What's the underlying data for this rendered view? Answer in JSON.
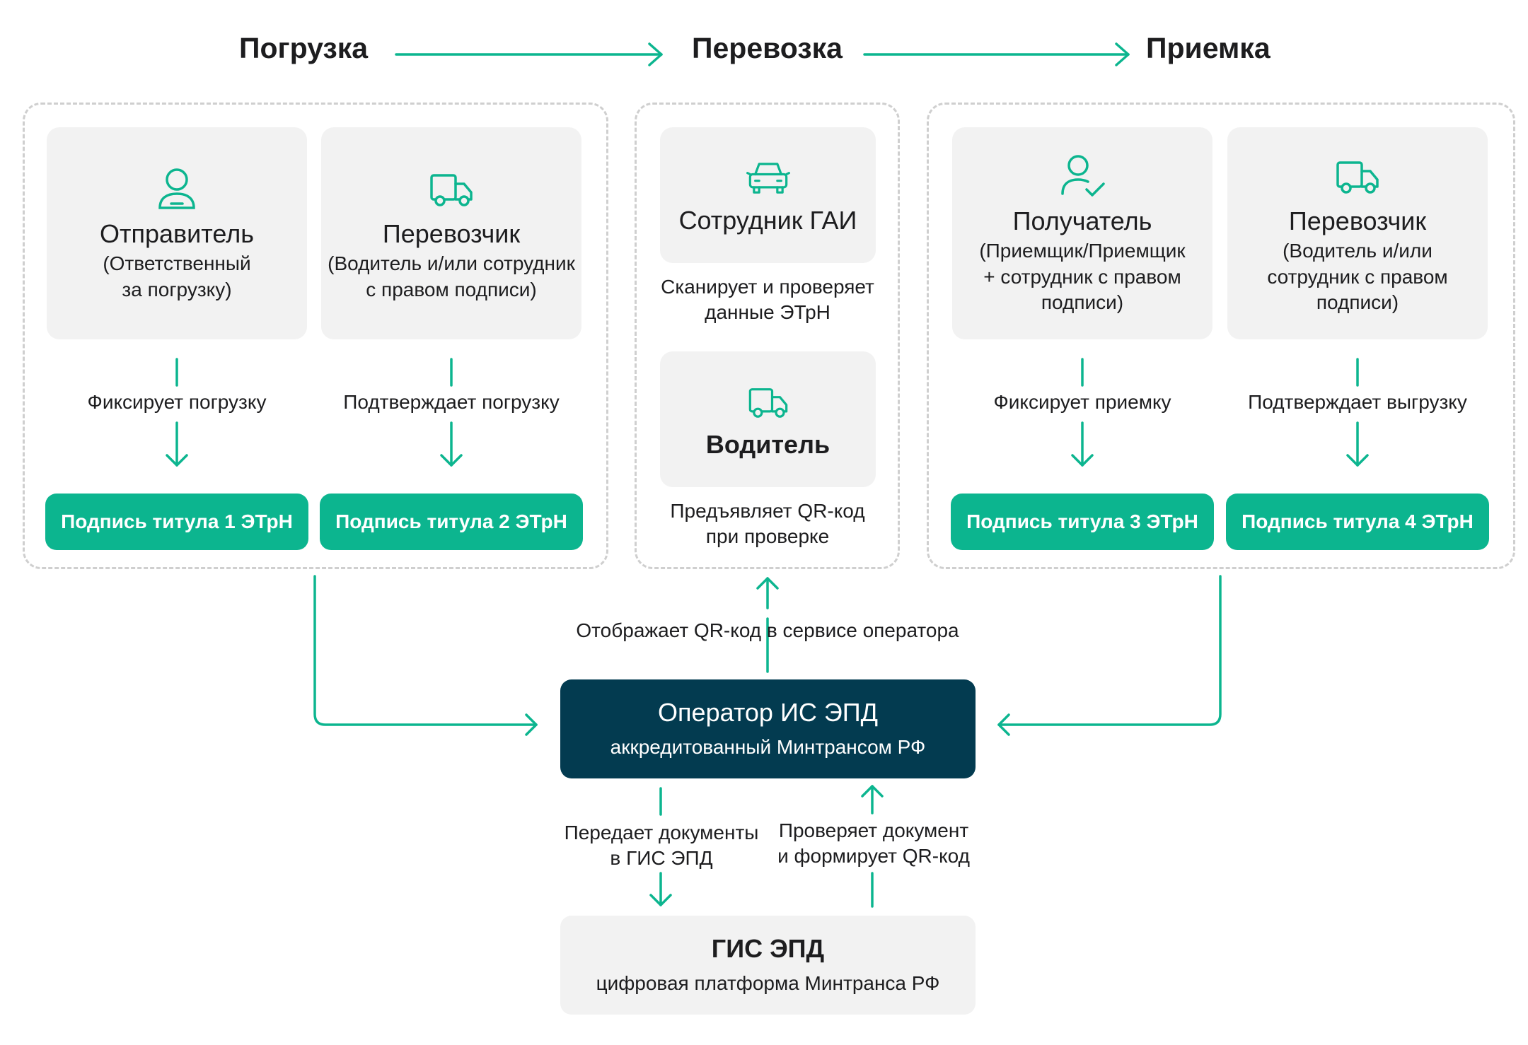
{
  "colors": {
    "accent": "#0cb58f",
    "operator_bg": "#033b50",
    "card_bg": "#f2f2f2",
    "dashed": "#cfcfcf"
  },
  "stages": [
    "Погрузка",
    "Перевозка",
    "Приемка"
  ],
  "loading": {
    "sender": {
      "title": "Отправитель",
      "sub": "(Ответственный\nза погрузку)",
      "icon": "person-icon"
    },
    "carrier": {
      "title": "Перевозчик",
      "sub": "(Водитель и/или сотрудник\nс правом подписи)",
      "icon": "truck-icon"
    },
    "sender_action": "Фиксирует погрузку",
    "carrier_action": "Подтверждает погрузку",
    "sign1": "Подпись титула 1 ЭТрН",
    "sign2": "Подпись титула 2 ЭТрН"
  },
  "transport": {
    "inspector": {
      "title": "Сотрудник ГАИ",
      "icon": "car-icon"
    },
    "inspector_action": "Сканирует и проверяет\nданные ЭТрН",
    "driver": {
      "title": "Водитель",
      "icon": "truck-icon"
    },
    "driver_action": "Предъявляет QR-код\nпри проверке"
  },
  "acceptance": {
    "receiver": {
      "title": "Получатель",
      "sub": "(Приемщик/Приемщик\n+ сотрудник с правом\nподписи)",
      "icon": "person-check-icon"
    },
    "carrier": {
      "title": "Перевозчик",
      "sub": "(Водитель и/или\nсотрудник с правом\nподписи)",
      "icon": "truck-icon"
    },
    "receiver_action": "Фиксирует приемку",
    "carrier_action": "Подтверждает выгрузку",
    "sign3": "Подпись титула 3 ЭТрН",
    "sign4": "Подпись титула 4 ЭТрН"
  },
  "operator": {
    "title": "Оператор ИС ЭПД",
    "sub": "аккредитованный Минтрансом РФ",
    "qr_action": "Отображает QR-код в сервисе оператора",
    "send_action": "Передает документы\nв ГИС ЭПД",
    "check_action": "Проверяет документ\nи формирует QR-код"
  },
  "gis": {
    "title": "ГИС ЭПД",
    "sub": "цифровая платформа Минтранса РФ"
  }
}
